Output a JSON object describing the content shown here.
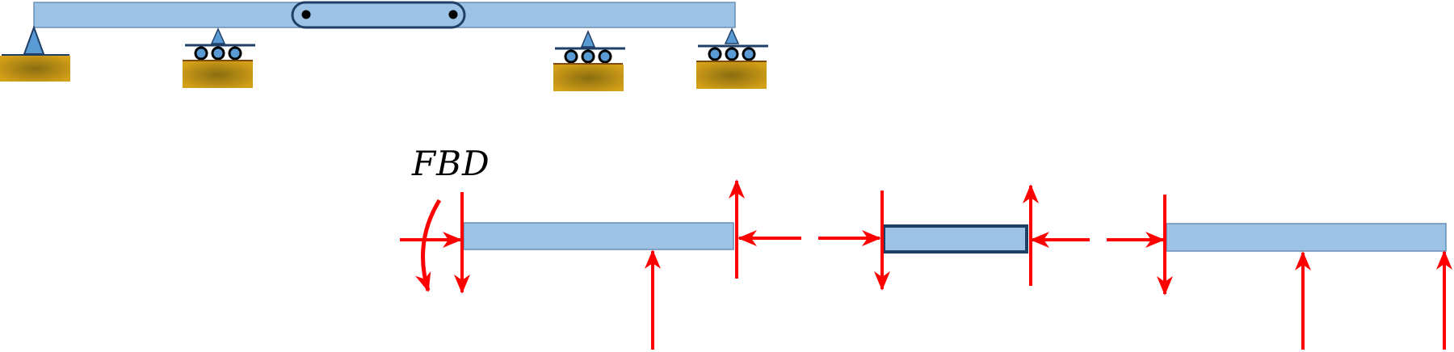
{
  "fbd_label": "FBD",
  "colors": {
    "beam_fill": "#9cc2e6",
    "beam_edge": "#6a8fb5",
    "link_edge": "#1f3f66",
    "support_blue": "#5b9bd5",
    "ground_gold": "#d4a017",
    "ground_dark": "#8a6d10",
    "rail": "#1f3f66",
    "force_red": "#ff0000",
    "pin_black": "#000000"
  },
  "structure": {
    "supports": [
      "pin-support",
      "roller-support",
      "roller-support",
      "roller-support"
    ],
    "internal_hinges": 2,
    "segments": [
      "left-beam",
      "link-member",
      "right-beam"
    ]
  },
  "fbd": {
    "segments": [
      {
        "name": "left-beam-fbd",
        "forces": [
          "horizontal-reaction",
          "vertical-reaction-down",
          "moment-reaction",
          "support-reaction-up",
          "hinge-force-up",
          "hinge-force-horizontal"
        ]
      },
      {
        "name": "link-fbd",
        "forces": [
          "hinge-force-horizontal-left",
          "hinge-force-down-left",
          "hinge-force-up-right",
          "hinge-force-horizontal-right"
        ]
      },
      {
        "name": "right-beam-fbd",
        "forces": [
          "hinge-force-horizontal",
          "hinge-force-down",
          "support-reaction-up",
          "support-reaction-up-end"
        ]
      }
    ]
  }
}
